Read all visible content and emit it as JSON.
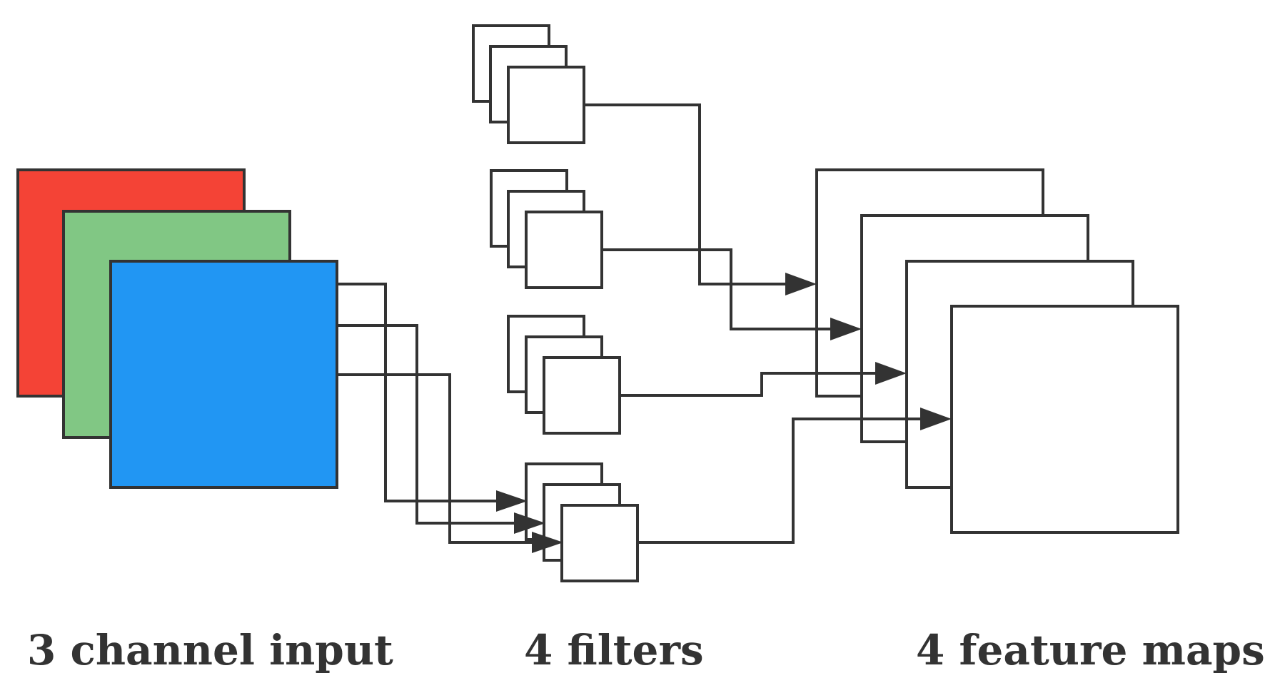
{
  "captions": {
    "input": "3 channel input",
    "filters": "4 filters",
    "feature_maps": "4 feature maps"
  },
  "colors": {
    "channel_red": "#f44336",
    "channel_green": "#81c784",
    "channel_blue": "#2196f3",
    "outline": "#333333",
    "background": "#ffffff"
  },
  "counts": {
    "input_channels": 3,
    "filters": 4,
    "kernels_per_filter": 3,
    "feature_maps": 4
  }
}
